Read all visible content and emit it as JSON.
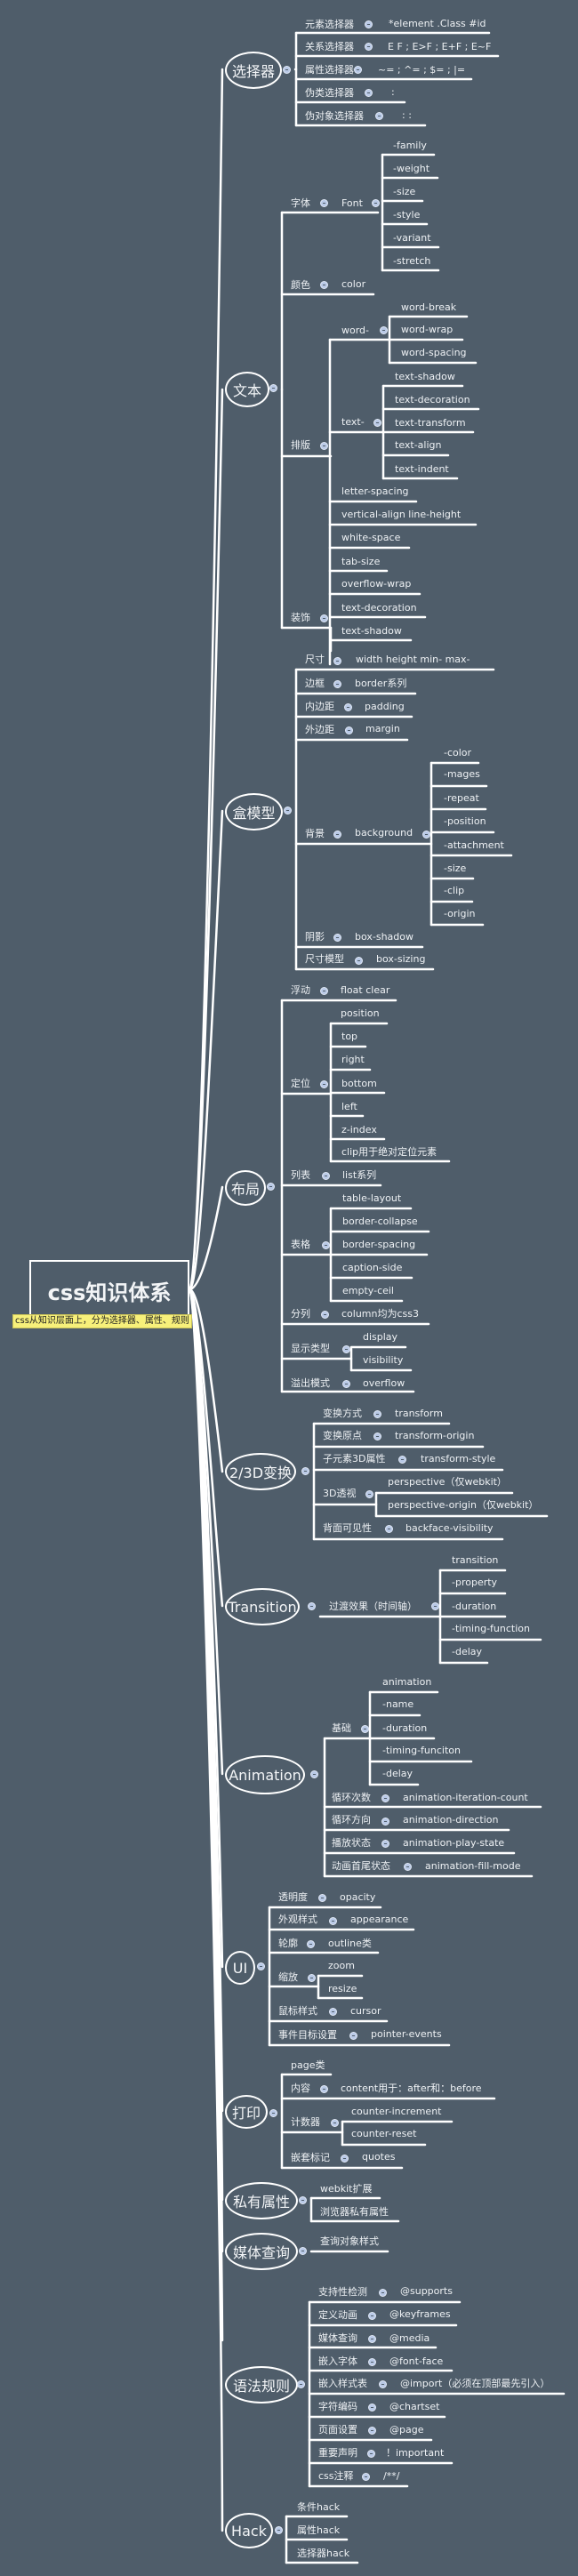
{
  "root": {
    "title": "css知识体系",
    "note": "css从知识层面上，分为选择器、属性、规则"
  },
  "colors": {
    "background": "#4f5d6a",
    "lines": "#ffffff",
    "note_bg": "#f7f07a",
    "collapse_dot": "#b9c9e6"
  },
  "branches": {
    "selector": {
      "label": "选择器",
      "items": [
        {
          "label": "元素选择器",
          "value": "*element .Class #id"
        },
        {
          "label": "关系选择器",
          "value": "E F ; E>F ; E+F ; E~F"
        },
        {
          "label": "属性选择器",
          "value": "~= ; ^= ; $= ; |="
        },
        {
          "label": "伪类选择器",
          "value": ":"
        },
        {
          "label": "伪对象选择器",
          "value": ": :"
        }
      ]
    },
    "text": {
      "label": "文本",
      "font": {
        "label": "字体",
        "value": "Font",
        "children": [
          "-family",
          "-weight",
          "-size",
          "-style",
          "-variant",
          "-stretch"
        ]
      },
      "color": {
        "label": "颜色",
        "value": "color"
      },
      "layout": {
        "label": "排版",
        "word": {
          "label": "word-",
          "children": [
            "word-break",
            "word-wrap",
            "word-spacing"
          ]
        },
        "textp": {
          "label": "text-",
          "children": [
            "text-shadow",
            "text-decoration",
            "text-transform",
            "text-align",
            "text-indent"
          ]
        },
        "others": [
          "letter-spacing",
          "vertical-align  line-height",
          "white-space",
          "tab-size",
          "overflow-wrap"
        ]
      },
      "decoration": {
        "label": "装饰",
        "children": [
          "text-decoration",
          "text-shadow"
        ]
      }
    },
    "box": {
      "label": "盒模型",
      "items": [
        {
          "label": "尺寸",
          "value": "width    height min-  max-"
        },
        {
          "label": "边框",
          "value": "border系列"
        },
        {
          "label": "内边距",
          "value": "padding"
        },
        {
          "label": "外边距",
          "value": "margin"
        }
      ],
      "background": {
        "label": "背景",
        "value": "background",
        "children": [
          "-color",
          "-mages",
          "-repeat",
          "-position",
          "-attachment",
          "-size",
          "-clip",
          "-origin"
        ]
      },
      "tail": [
        {
          "label": "阴影",
          "value": "box-shadow"
        },
        {
          "label": "尺寸模型",
          "value": "box-sizing"
        }
      ]
    },
    "layout": {
      "label": "布局",
      "float": {
        "label": "浮动",
        "value": "float clear"
      },
      "position": {
        "label": "定位",
        "children": [
          "position",
          "top",
          "right",
          "bottom",
          "left",
          "z-index",
          "clip用于绝对定位元素"
        ]
      },
      "list": {
        "label": "列表",
        "value": "list系列"
      },
      "table": {
        "label": "表格",
        "children": [
          "table-layout",
          "border-collapse",
          "border-spacing",
          "caption-side",
          "empty-ceil"
        ]
      },
      "column": {
        "label": "分列",
        "value": "column均为css3"
      },
      "display": {
        "label": "显示类型",
        "children": [
          "display",
          "visibility"
        ]
      },
      "overflow": {
        "label": "溢出模式",
        "value": "overflow"
      }
    },
    "transform": {
      "label": "2/3D变换",
      "items": [
        {
          "label": "变换方式",
          "value": "transform"
        },
        {
          "label": "变换原点",
          "value": "transform-origin"
        },
        {
          "label": "子元素3D属性",
          "value": "transform-style"
        }
      ],
      "perspective": {
        "label": "3D透视",
        "children": [
          "perspective（仅webkit）",
          "perspective-origin（仅webkit）"
        ]
      },
      "backface": {
        "label": "背面可见性",
        "value": "backface-visibility"
      }
    },
    "transition": {
      "label": "Transition",
      "effect": {
        "label": "过渡效果（时间轴）",
        "children": [
          "transition",
          "-property",
          "-duration",
          "-timing-function",
          "-delay"
        ]
      }
    },
    "animation": {
      "label": "Animation",
      "basic": {
        "label": "基础",
        "children": [
          "animation",
          "-name",
          "-duration",
          "-timing-funciton",
          "-delay"
        ]
      },
      "items": [
        {
          "label": "循环次数",
          "value": "animation-iteration-count"
        },
        {
          "label": "循环方向",
          "value": "animation-direction"
        },
        {
          "label": "播放状态",
          "value": "animation-play-state"
        },
        {
          "label": "动画首尾状态",
          "value": "animation-fill-mode"
        }
      ]
    },
    "ui": {
      "label": "UI",
      "items": [
        {
          "label": "透明度",
          "value": "opacity"
        },
        {
          "label": "外观样式",
          "value": "appearance"
        },
        {
          "label": "轮廓",
          "value": "outline类"
        }
      ],
      "zoom": {
        "label": "缩放",
        "children": [
          "zoom",
          "resize"
        ]
      },
      "tail": [
        {
          "label": "鼠标样式",
          "value": "cursor"
        },
        {
          "label": "事件目标设置",
          "value": "pointer-events"
        }
      ]
    },
    "print": {
      "label": "打印",
      "page": "page类",
      "content": {
        "label": "内容",
        "value": "content用于：after和：before"
      },
      "counter": {
        "label": "计数器",
        "children": [
          "counter-increment",
          "counter-reset"
        ]
      },
      "quotes": {
        "label": "嵌套标记",
        "value": "quotes"
      }
    },
    "private": {
      "label": "私有属性",
      "children": [
        "webkit扩展",
        "浏览器私有属性"
      ]
    },
    "media": {
      "label": "媒体查询",
      "children": [
        "查询对象样式"
      ]
    },
    "syntax": {
      "label": "语法规则",
      "items": [
        {
          "label": "支持性检测",
          "value": "@supports"
        },
        {
          "label": "定义动画",
          "value": "@keyframes"
        },
        {
          "label": "媒体查询",
          "value": "@media"
        },
        {
          "label": "嵌入字体",
          "value": "@font-face"
        },
        {
          "label": "嵌入样式表",
          "value": "@import（必须在顶部最先引入）"
        },
        {
          "label": "字符编码",
          "value": "@chartset"
        },
        {
          "label": "页面设置",
          "value": "@page"
        },
        {
          "label": "重要声明",
          "value": "！important"
        },
        {
          "label": "css注释",
          "value": "/**/"
        }
      ]
    },
    "hack": {
      "label": "Hack",
      "children": [
        "条件hack",
        "属性hack",
        "选择器hack"
      ]
    }
  }
}
